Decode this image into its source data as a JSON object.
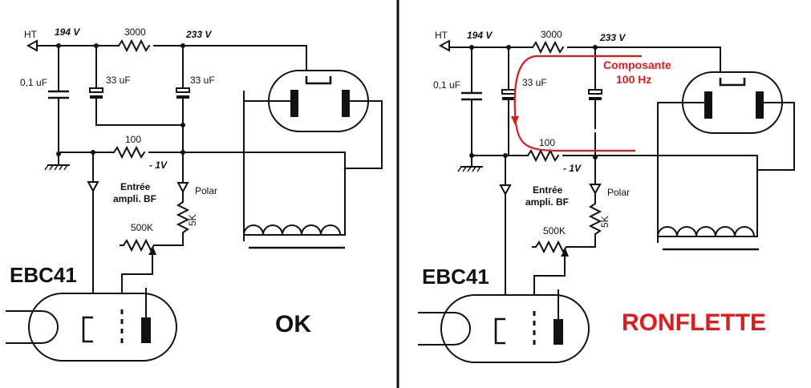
{
  "divider_color": "#111111",
  "panels": [
    {
      "id": "left",
      "labels": {
        "ht": "HT",
        "v194": "194 V",
        "r3000": "3000",
        "v233": "233 V",
        "c01": "0,1 uF",
        "c33a": "33 uF",
        "c33b": "33 uF",
        "r100": "100",
        "vneg": "- 1V",
        "entree1": "Entrée",
        "entree2": "ampli. BF",
        "polar": "Polar",
        "r5k": "5K",
        "r500k": "500K",
        "tube": "EBC41"
      },
      "status": {
        "text": "OK",
        "color": "#111111"
      }
    },
    {
      "id": "right",
      "labels": {
        "ht": "HT",
        "v194": "194 V",
        "r3000": "3000",
        "v233": "233 V",
        "c01": "0,1 uF",
        "c33a": "33 uF",
        "r100": "100",
        "vneg": "- 1V",
        "entree1": "Entrée",
        "entree2": "ampli. BF",
        "polar": "Polar",
        "r5k": "5K",
        "r500k": "500K",
        "tube": "EBC41"
      },
      "annotation": {
        "line1": "Composante",
        "line2": "100 Hz",
        "color": "#e01b1b"
      },
      "status": {
        "text": "RONFLETTE",
        "color": "#e01b1b"
      }
    }
  ]
}
